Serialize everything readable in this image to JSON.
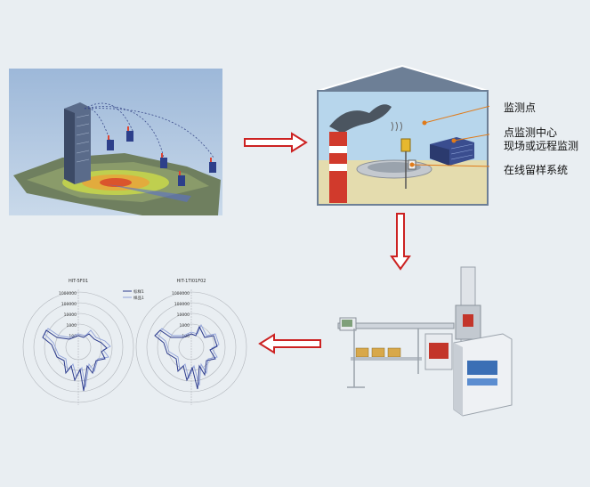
{
  "labels": {
    "monitor_point": "监测点",
    "center_line1": "点监测中心",
    "center_line2": "现场或远程监测",
    "online_sampling": "在线留样系统"
  },
  "polar_charts": [
    {
      "title": "HIT-5F01",
      "ring_labels": [
        "1000000",
        "100000",
        "10000",
        "1000",
        "100"
      ],
      "legend": [
        "标样1",
        "样品1"
      ]
    },
    {
      "title": "HIT-1TI01F02",
      "ring_labels": [
        "1000000",
        "100000",
        "10000",
        "1000",
        "100"
      ]
    }
  ],
  "colors": {
    "arrow": "#cc2222",
    "background": "#e9eef2",
    "roof": "#6d7f96",
    "polar_trace_dark": "#2b3a8c",
    "polar_trace_light": "#8fa0d8"
  }
}
